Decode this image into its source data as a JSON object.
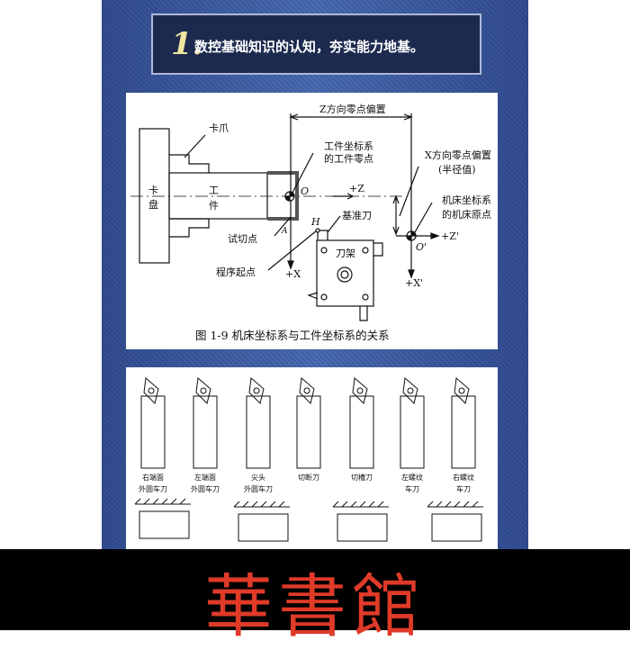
{
  "header": {
    "number": "1.",
    "title": "数控基础知识的认知，夯实能力地基。"
  },
  "figure1": {
    "caption": "图 1-9   机床坐标系与工件坐标系的关系",
    "labels": {
      "chuck": "卡",
      "chuck2": "盘",
      "workpiece": "工",
      "workpiece2": "件",
      "jaw": "卡爪",
      "zero_offset_z": "Z方向零点偏置",
      "work_origin1": "工件坐标系",
      "work_origin2": "的工件零点",
      "x_offset1": "X方向零点偏置",
      "x_offset2": "(半径值)",
      "machine_origin1": "机床坐标系",
      "machine_origin2": "的机床原点",
      "O": "O",
      "plus_z": "+Z",
      "ref_tool": "基准刀",
      "H": "H",
      "A": "A",
      "trial_cut": "试切点",
      "program_start": "程序起点",
      "plus_x": "+X",
      "tool_holder": "刀架",
      "O_prime": "O'",
      "plus_z_prime": "+Z'",
      "plus_x_prime": "+X'"
    }
  },
  "figure2": {
    "tools": [
      {
        "l1": "右端面",
        "l2": "外圆车刀"
      },
      {
        "l1": "左端面",
        "l2": "外圆车刀"
      },
      {
        "l1": "尖头",
        "l2": "外圆车刀"
      },
      {
        "l1": "切断刀",
        "l2": ""
      },
      {
        "l1": "切槽刀",
        "l2": ""
      },
      {
        "l1": "左螺纹",
        "l2": "车刀"
      },
      {
        "l1": "右螺纹",
        "l2": "车刀"
      }
    ]
  },
  "watermark": "華書館"
}
